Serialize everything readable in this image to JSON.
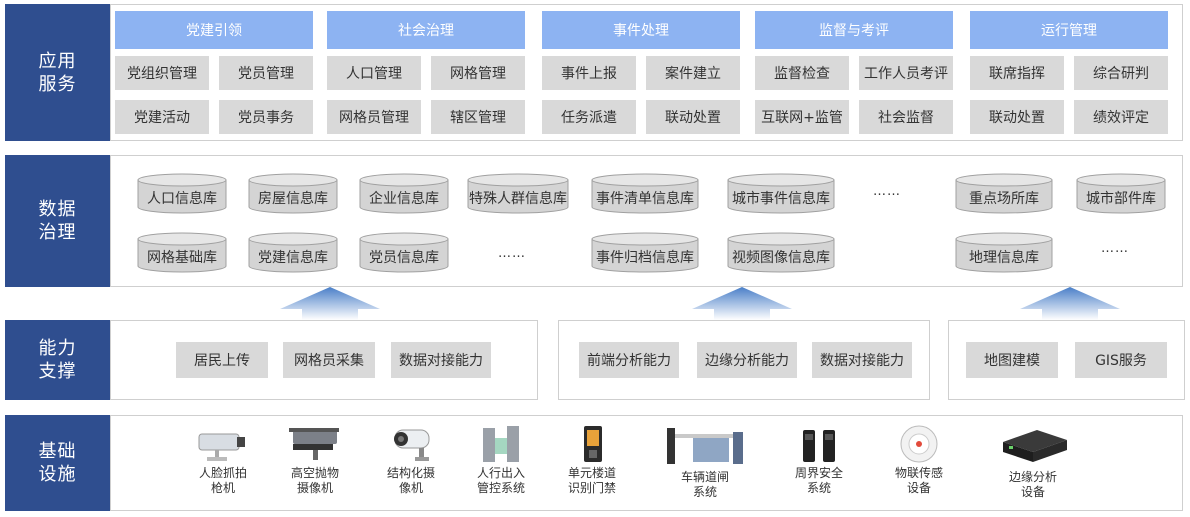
{
  "layers": {
    "app": "应用\n服务",
    "data": "数据\n治理",
    "capability": "能力\n支撑",
    "infra": "基础\n设施"
  },
  "app_groups": [
    {
      "title": "党建引领",
      "items": [
        "党组织管理",
        "党员管理",
        "党建活动",
        "党员事务"
      ]
    },
    {
      "title": "社会治理",
      "items": [
        "人口管理",
        "网格管理",
        "网格员管理",
        "辖区管理"
      ]
    },
    {
      "title": "事件处理",
      "items": [
        "事件上报",
        "案件建立",
        "任务派遣",
        "联动处置"
      ]
    },
    {
      "title": "监督与考评",
      "items": [
        "监督检查",
        "工作人员考评",
        "互联网+监管",
        "社会监督"
      ]
    },
    {
      "title": "运行管理",
      "items": [
        "联席指挥",
        "综合研判",
        "联动处置",
        "绩效评定"
      ]
    }
  ],
  "databases": {
    "row1": [
      "人口信息库",
      "房屋信息库",
      "企业信息库",
      "特殊人群信息库",
      "事件清单信息库",
      "城市事件信息库",
      "重点场所库",
      "城市部件库"
    ],
    "row2": [
      "网格基础库",
      "党建信息库",
      "党员信息库",
      "事件归档信息库",
      "视频图像信息库",
      "地理信息库"
    ],
    "ellipsis": "……"
  },
  "capabilities": [
    [
      "居民上传",
      "网格员采集",
      "数据对接能力"
    ],
    [
      "前端分析能力",
      "边缘分析能力",
      "数据对接能力"
    ],
    [
      "地图建模",
      "GIS服务"
    ]
  ],
  "devices": [
    {
      "icon": "face-capture-camera-icon",
      "label": "人脸抓拍\n枪机"
    },
    {
      "icon": "high-altitude-camera-icon",
      "label": "高空抛物\n摄像机"
    },
    {
      "icon": "structured-camera-icon",
      "label": "结构化摄\n像机"
    },
    {
      "icon": "pedestrian-gate-icon",
      "label": "人行出入\n管控系统"
    },
    {
      "icon": "door-access-icon",
      "label": "单元楼道\n识别门禁"
    },
    {
      "icon": "vehicle-barrier-icon",
      "label": "车辆道闸\n系统"
    },
    {
      "icon": "perimeter-security-icon",
      "label": "周界安全\n系统"
    },
    {
      "icon": "iot-sensor-icon",
      "label": "物联传感\n设备"
    },
    {
      "icon": "edge-analysis-box-icon",
      "label": "边缘分析\n设备"
    }
  ],
  "colors": {
    "layer": "#2f4e8f",
    "group_header": "#8db3f2",
    "box": "#d9d9d9",
    "arrow": "#4a7fc8"
  }
}
